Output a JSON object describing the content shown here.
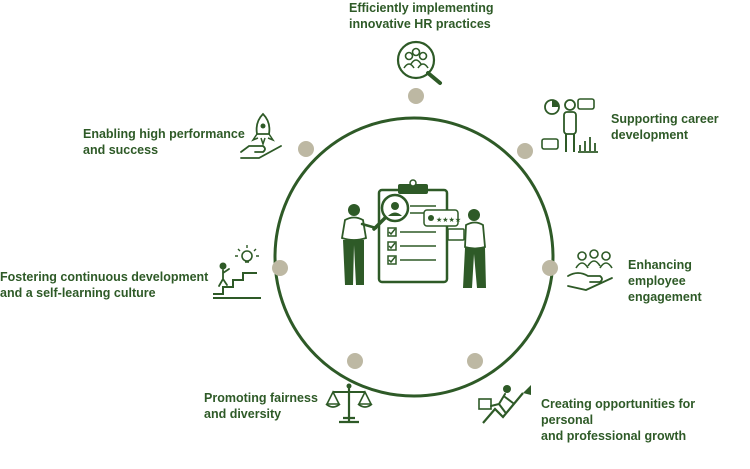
{
  "colors": {
    "ring": "#2e5a27",
    "node": "#bdb8a3",
    "icon": "#2e5a27",
    "text": "#2e5a27",
    "background": "#ffffff"
  },
  "center": {
    "icon": "hr-clipboard-review-icon"
  },
  "nodes": [
    {
      "id": "hr-practices",
      "lines": [
        "Efficiently implementing",
        "innovative HR practices"
      ],
      "icon": "team-magnifier-icon"
    },
    {
      "id": "career",
      "lines": [
        "Supporting career",
        "development"
      ],
      "icon": "career-growth-person-icon"
    },
    {
      "id": "engagement",
      "lines": [
        "Enhancing employee",
        "engagement"
      ],
      "icon": "hand-holding-people-icon"
    },
    {
      "id": "growth",
      "lines": [
        "Creating opportunities for personal",
        "and professional growth"
      ],
      "icon": "climbing-arrow-icon"
    },
    {
      "id": "fairness",
      "lines": [
        "Promoting fairness",
        "and diversity"
      ],
      "icon": "balance-scale-icon"
    },
    {
      "id": "learning",
      "lines": [
        "Fostering continuous development",
        "and a self-learning culture"
      ],
      "icon": "stairs-lightbulb-icon"
    },
    {
      "id": "performance",
      "lines": [
        "Enabling high performance",
        "and success"
      ],
      "icon": "hand-rocket-icon"
    }
  ]
}
